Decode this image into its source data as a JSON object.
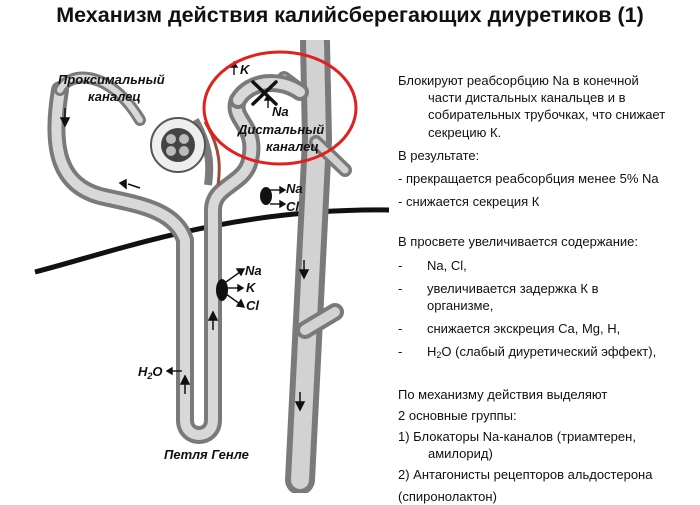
{
  "title": "Механизм действия калийсберегающих диуретиков (1)",
  "diagram": {
    "label_proximal_1": "Проксимальный",
    "label_proximal_2": "каналец",
    "label_distal_1": "Дистальный",
    "label_distal_2": "каналец",
    "label_loop": "Петля Генле",
    "label_k_top": "K",
    "label_na_top": "Na",
    "label_na_mid": "Na",
    "label_cl_mid": "Cl",
    "label_na_low": "Na",
    "label_k_low": "K",
    "label_cl_low": "Cl",
    "label_h2o": "H",
    "label_h2o_sub": "2",
    "label_h2o_end": "O"
  },
  "text": {
    "p1_line1": "Блокируют реабсорбцию Na в конечной",
    "p1_line2": "части дистальных канальцев и в",
    "p1_line3": "собирательных трубочках, что снижает",
    "p1_line4": "секрецию К.",
    "p2": "В результате:",
    "p3": "- прекращается реабсорбция менее 5% Na",
    "p4": "- снижается секреция К",
    "p5": "В просвете увеличивается содержание:",
    "dash": "-",
    "li1": "Na, Cl,",
    "li2_line1": "увеличивается задержка К в",
    "li2_line2": "организме,",
    "li3": "снижается экскреция Ca, Mg, H,",
    "li4_pre": "H",
    "li4_sub": "2",
    "li4_post": "O (слабый диуретический эффект),",
    "p6": "По механизму действия выделяют",
    "p7": "2 основные группы:",
    "p8_line1": "1) Блокаторы Na-каналов (триамтерен,",
    "p8_line2": "амилорид)",
    "p9_line1": "2) Антагонисты рецепторов альдостерона",
    "p9_line2": "(спиронолактон)"
  },
  "colors": {
    "highlight_circle": "#e0201c",
    "tubule": "#a8a8a8",
    "tubule_light": "#dcdcdc"
  }
}
